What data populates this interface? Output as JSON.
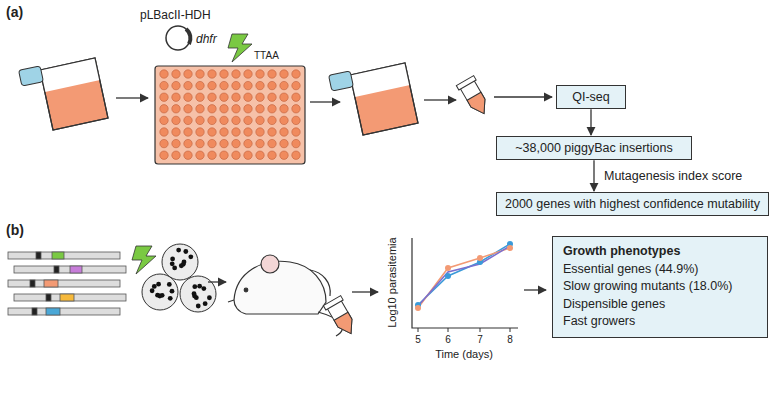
{
  "diagram": {
    "nodes": [
      {
        "text": [
          "QI-seq"
        ]
      },
      {
        "text": [
          "~38,000 piggyBac insertions"
        ]
      },
      {
        "text": [
          "2000 genes with highest confidence mutability"
        ]
      },
      {
        "text": [
          "Growth phenotypes",
          "Essential genes (44.9%)",
          "Slow growing mutants (18.0%)",
          "Dispensible genes",
          "Fast growers"
        ]
      }
    ],
    "edges": [
      {
        "from": 0,
        "to": 1,
        "arrow": "to"
      },
      {
        "from": 1,
        "to": 2,
        "label": "Mutagenesis index score",
        "arrow": "to"
      }
    ],
    "labels": [
      "(a)",
      "pLBacII-HDH",
      "dhfr",
      "TTAA",
      "(b)",
      "Log10 parasitemia",
      "Time (days)",
      "5",
      "6",
      "7",
      "8"
    ]
  }
}
